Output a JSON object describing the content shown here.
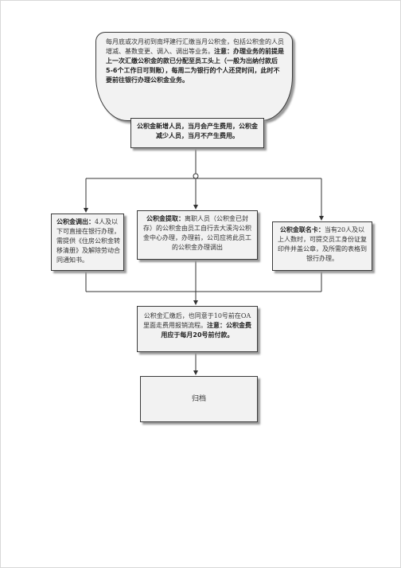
{
  "flow": {
    "start": {
      "text": "每月底或次月初到南坪建行汇缴当月公积金，包括公积金的人员增减、基数变更、调入、调出等业务。",
      "bold_label": "注意：",
      "bold_text": "办理业务的前提是上一次汇缴公积金的款已分配至员工头上（一般为出纳付款后5-6个工作日可到账），每周二为银行的个人还贷时间，此时不要前往银行办理公积金业务。"
    },
    "change_box": {
      "text": "公积金新增人员，当月会产生费用，公积金减少人员，当月不产生费用。"
    },
    "transfer_out": {
      "label": "公积金调出：",
      "text": "4人及以下可直接在银行办理，需提供《住房公积金转移清册》及解除劳动合同通知书。"
    },
    "withdraw": {
      "label": "公积金提取：",
      "text": "离职人员（公积金已封存）的公积金由员工自行去大溪沟公积金中心办理，办理前，公司应将此员工的公积金办理调出"
    },
    "joint_card": {
      "label": "公积金联名卡：",
      "text": "当有20人及以上人数时，可提交员工身份证复印件并盖公章，及所需的表格到银行办理。"
    },
    "reimburse": {
      "text": "公积金汇缴后，也同意于10号前在OA里面走费用报销流程。",
      "bold_label": "注意：",
      "bold_text": "公积金费用应于每月20号前付款。"
    },
    "archive": {
      "text": "归档"
    }
  }
}
